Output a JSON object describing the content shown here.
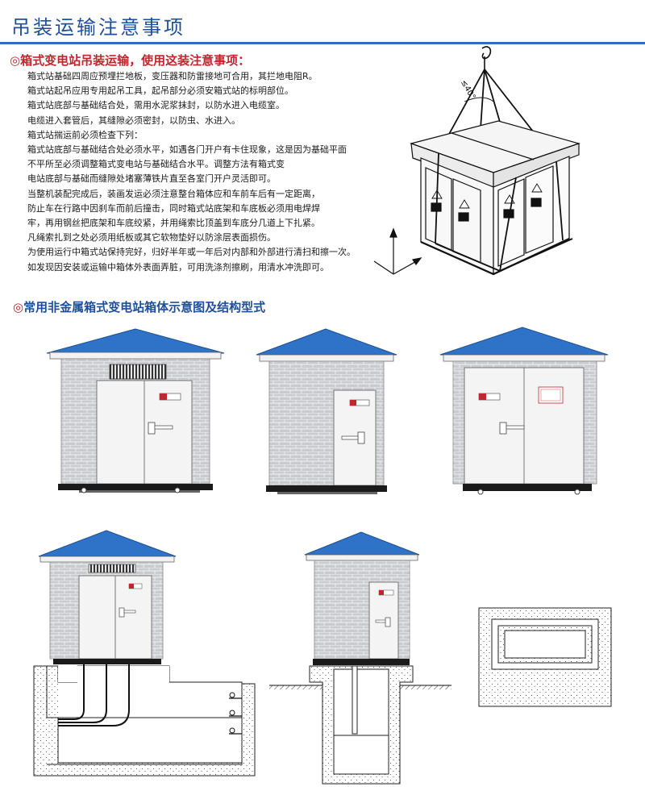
{
  "page": {
    "title": "吊装运输注意事项"
  },
  "section1": {
    "mark": "◎",
    "heading": "箱式变电站吊装运输，使用这装注意事项：",
    "lines": [
      "箱式站基础四周应预埋拦地板，变压器和防雷接地可合用，其拦地电阻R。",
      "箱式站起吊应用专用起吊工具，起吊部分必须安箱式站的标明部位。",
      "箱式站底部与基础结合处，需用水泥浆抹封，以防水进入电缆室。",
      "电缆进入套管后，其缝隙必须密封，以防虫、水进入。",
      "箱式站揣运前必须检查下列：",
      "箱式站底部与基础结合处必须水平，如遇各门开户有卡住现象，这是因为基础平面",
      "不平所至必须调整箱式变电站与基础结合水平。调整方法有箱式变",
      "电站底部与基础而缝隙处堵塞薄铁片直至各室门开户灵活即可。",
      "当整机装配完成后，装画发运必须注意整台箱体应和车前车后有一定距离，",
      "防止车在行路中因刹车而前后撞击，同时箱式站底架和车底板必须用电焊焊",
      "牢，再用钢丝把底架和车底绞紧，并用绳索比顶盖到车底分几道上下扎紧。",
      "凡绳索扎到之处必须用纸板或其它软物垫好以防涂层表面损伤。",
      "为使用运行中箱式站保持完好，归好半年或一年后对内部和外部进行清扫和擦一次。",
      "如发现因安装或运输中箱体外表面弄脏，可用洗涤剂擦刷，用清水冲洗即可。"
    ]
  },
  "figure_hoist": {
    "angle_label": "≤40°"
  },
  "section2": {
    "mark": "◎",
    "heading": "常用非金属箱式变电站箱体示意图及结构型式"
  },
  "colors": {
    "title_blue": "#1f4f9a",
    "heading_red": "#c0262e",
    "roof_blue": "#2f73c9",
    "brick_gray": "#c9cbcf",
    "door_white": "#f4f4f4",
    "base_black": "#1a1a1a"
  }
}
